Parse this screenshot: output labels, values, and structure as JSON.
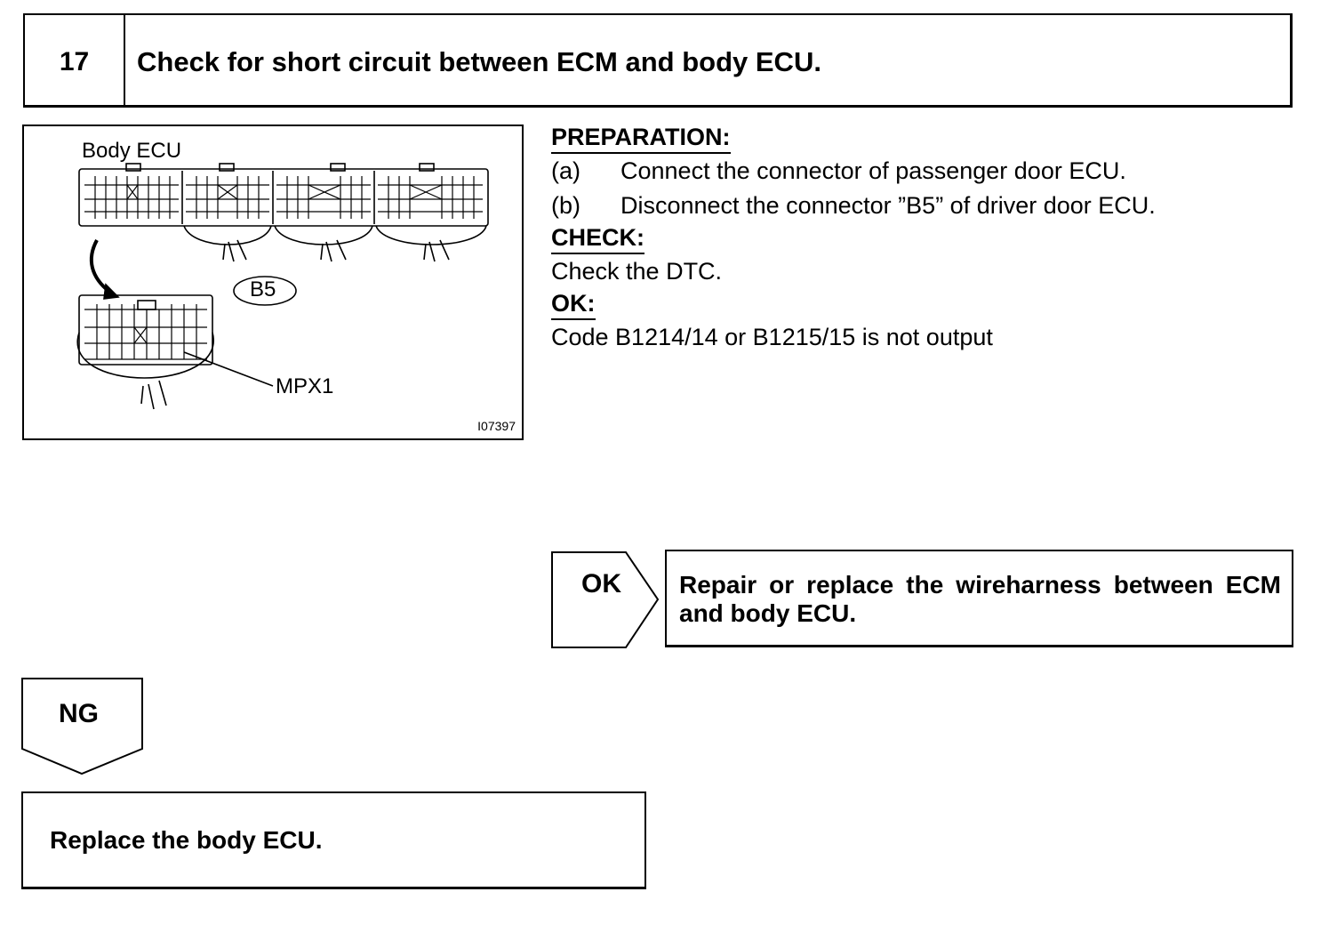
{
  "step": {
    "number": "17",
    "title": "Check for short circuit between ECM and body ECU."
  },
  "figure": {
    "body_ecu_label": "Body ECU",
    "connector_label": "B5",
    "terminal_label": "MPX1",
    "figure_id": "I07397"
  },
  "instructions": {
    "preparation_heading": "PREPARATION:",
    "preparation_items": [
      {
        "marker": "(a)",
        "text": "Connect the connector of passenger door ECU."
      },
      {
        "marker": "(b)",
        "text": "Disconnect the connector ”B5” of driver door ECU."
      }
    ],
    "check_heading": "CHECK:",
    "check_text": "Check the DTC.",
    "ok_heading": "OK:",
    "ok_text": "Code B1214/14 or B1215/15 is not output"
  },
  "branches": {
    "ok_label": "OK",
    "ok_action": "Repair or replace the wireharness between ECM and body ECU.",
    "ng_label": "NG",
    "ng_action": "Replace the body ECU."
  }
}
